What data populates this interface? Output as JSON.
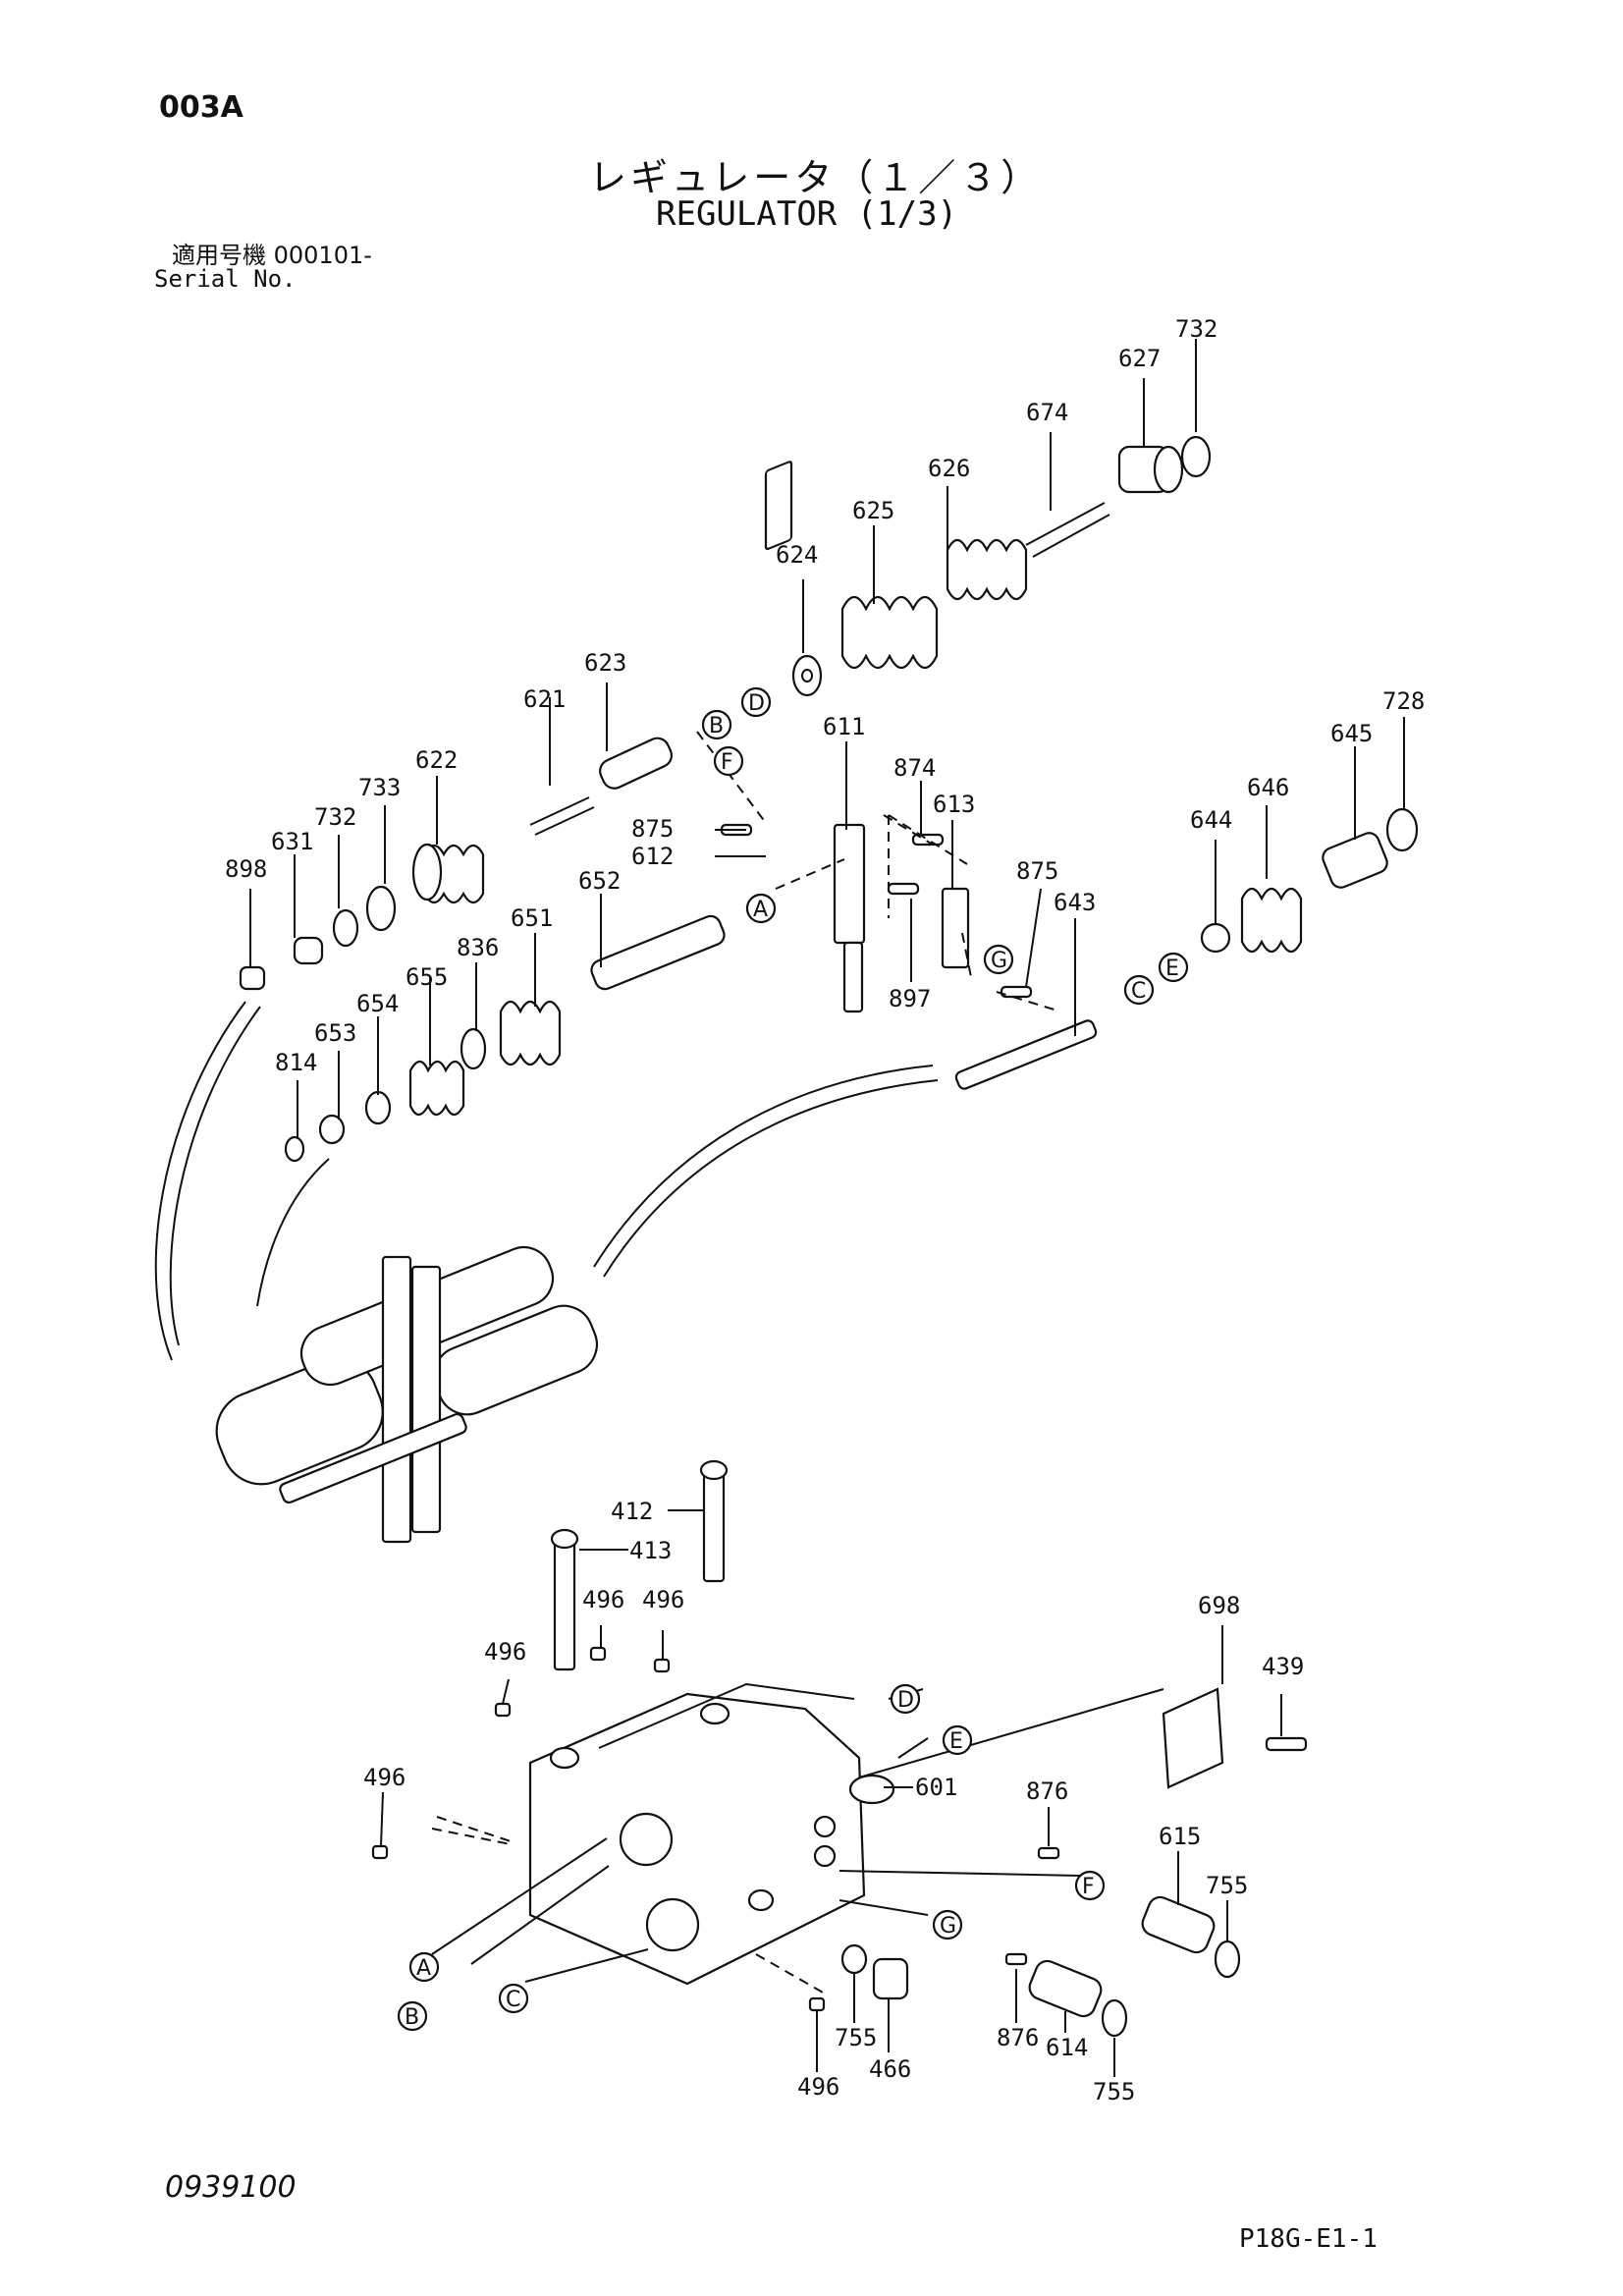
{
  "header": {
    "page_code": "003A",
    "title_jp": "レギュレータ（１／３）",
    "title_en": "REGULATOR (1/3)",
    "serial_label_jp": "適用号機 000101-",
    "serial_label_en": "Serial No."
  },
  "footer": {
    "doc_number": "0939100",
    "page_ref": "P18G-E1-1"
  },
  "part_labels": [
    "732",
    "627",
    "674",
    "626",
    "625",
    "624",
    "623",
    "621",
    "622",
    "733",
    "732",
    "631",
    "898",
    "611",
    "874",
    "613",
    "875",
    "612",
    "652",
    "651",
    "836",
    "655",
    "654",
    "653",
    "814",
    "875",
    "643",
    "897",
    "728",
    "645",
    "646",
    "644",
    "412",
    "413",
    "496",
    "496",
    "496",
    "496",
    "698",
    "439",
    "601",
    "876",
    "615",
    "755",
    "755",
    "466",
    "876",
    "614",
    "755",
    "496"
  ],
  "connector_letters": [
    "B",
    "D",
    "F",
    "A",
    "G",
    "C",
    "E",
    "D",
    "E",
    "F",
    "G",
    "A",
    "B",
    "C"
  ]
}
